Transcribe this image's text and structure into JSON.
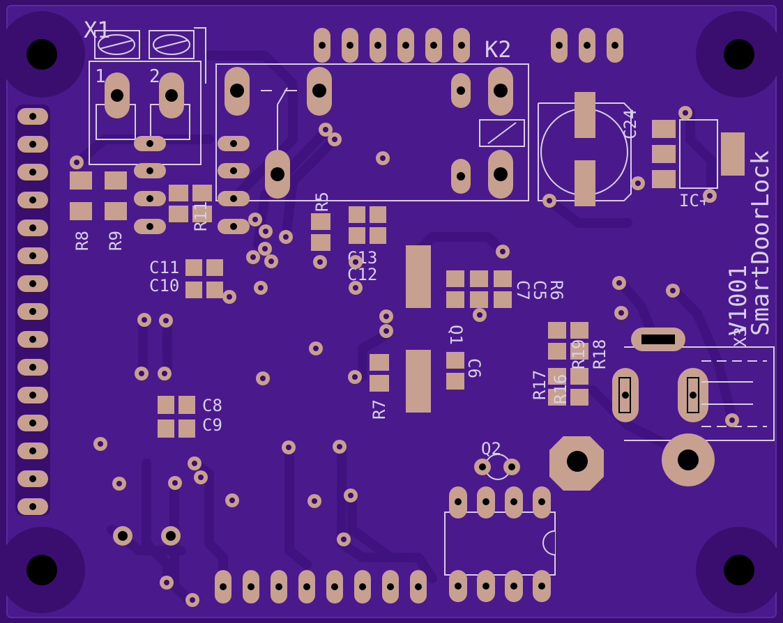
{
  "board": {
    "title": "SmartDoorLock",
    "version": "V1001",
    "colors": {
      "substrate": "#3a0e6e",
      "copper_pour": "#4a1a8c",
      "trace": "#3f1280",
      "pad": "#c7a090",
      "silkscreen": "#d8d0e8",
      "hole": "#000000"
    }
  },
  "labels": {
    "x1": "X1",
    "x1_pin1": "1",
    "x1_pin2": "2",
    "k2": "K2",
    "c24": "C24",
    "ic": "IC+",
    "r8": "R8",
    "r9": "R9",
    "r11": "R11",
    "r5": "R5",
    "c11": "C11",
    "c10": "C10",
    "c13": "C13",
    "c12": "C12",
    "c7": "C7",
    "c5": "C5",
    "r6": "R6",
    "q1": "Q1",
    "c6": "C6",
    "r7": "R7",
    "r17": "R17",
    "r16": "R16",
    "r19": "R19",
    "r18": "R18",
    "x3": "X3",
    "c8": "C8",
    "c9": "C9",
    "q2": "Q2"
  }
}
